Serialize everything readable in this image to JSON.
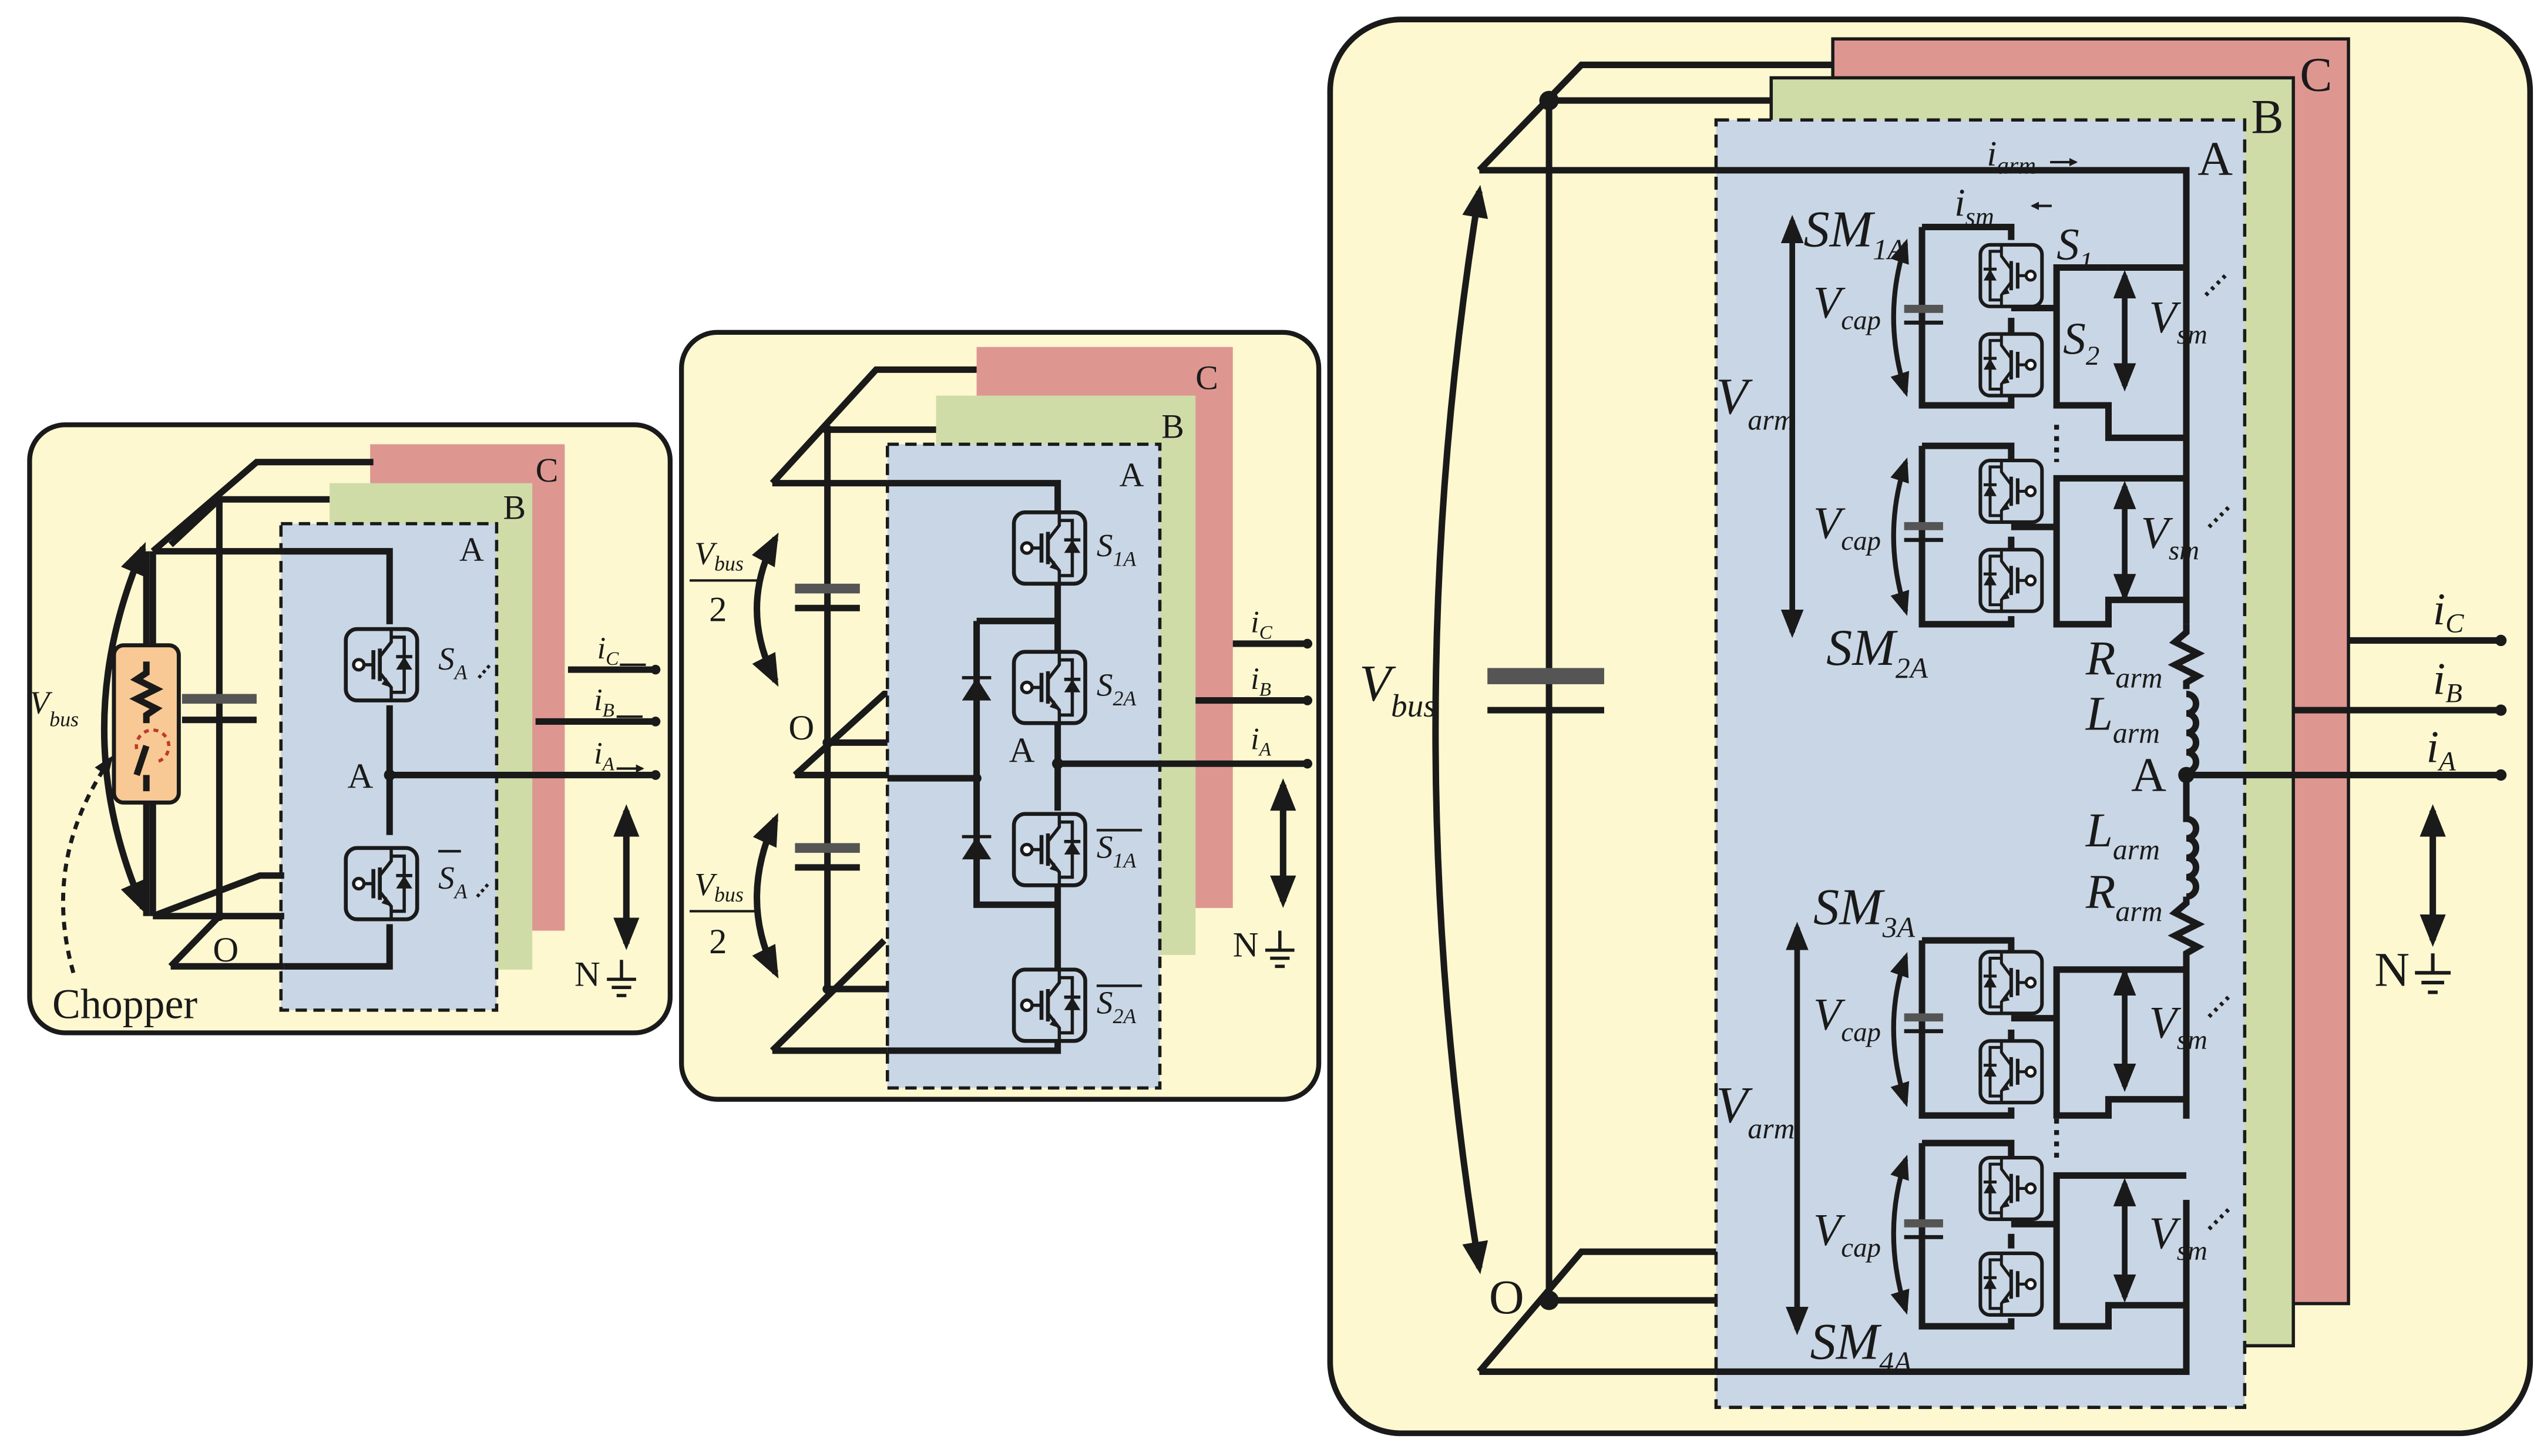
{
  "colors": {
    "panel_bg": "#fdf8cf",
    "phase_c": "#de9691",
    "phase_b": "#cfdca8",
    "phase_a": "#c9d6e5",
    "chopper": "#f8c994",
    "wire": "#1a1a1a"
  },
  "panel1": {
    "phase_c": "C",
    "phase_b": "B",
    "phase_a": "A",
    "vbus_v": "V",
    "vbus_sub": "bus",
    "node_a": "A",
    "node_o": "O",
    "s_upper": "S",
    "s_upper_sub": "A",
    "s_lower": "S",
    "s_lower_sub": "A",
    "i_c": "i",
    "i_c_sub": "C",
    "i_b": "i",
    "i_b_sub": "B",
    "i_a": "i",
    "i_a_sub": "A",
    "ground": "N",
    "chopper": "Chopper"
  },
  "panel2": {
    "phase_c": "C",
    "phase_b": "B",
    "phase_a": "A",
    "vbus_top_v": "V",
    "vbus_top_sub": "bus",
    "vbus_top_den": "2",
    "vbus_bot_v": "V",
    "vbus_bot_sub": "bus",
    "vbus_bot_den": "2",
    "node_o": "O",
    "node_a": "A",
    "s1": "S",
    "s1_sub": "1A",
    "s2": "S",
    "s2_sub": "2A",
    "s1bar": "S",
    "s1bar_sub": "1A",
    "s2bar": "S",
    "s2bar_sub": "2A",
    "i_c": "i",
    "i_c_sub": "C",
    "i_b": "i",
    "i_b_sub": "B",
    "i_a": "i",
    "i_a_sub": "A",
    "ground": "N"
  },
  "panel3": {
    "phase_c": "C",
    "phase_b": "B",
    "phase_a": "A",
    "vbus_v": "V",
    "vbus_sub": "bus",
    "node_o": "O",
    "node_a": "A",
    "i_arm": "i",
    "i_arm_sub": "arm",
    "i_sm": "i",
    "i_sm_sub": "sm",
    "sm1": "SM",
    "sm1_sub": "1A",
    "sm2": "SM",
    "sm2_sub": "2A",
    "sm3": "SM",
    "sm3_sub": "3A",
    "sm4": "SM",
    "sm4_sub": "4A",
    "s1": "S",
    "s1_sub": "1",
    "s2": "S",
    "s2_sub": "2",
    "v_cap": "V",
    "v_cap_sub": "cap",
    "v_sm": "V",
    "v_sm_sub": "sm",
    "v_arm": "V",
    "v_arm_sub": "arm",
    "r_arm": "R",
    "r_arm_sub": "arm",
    "l_arm": "L",
    "l_arm_sub": "arm",
    "i_c": "i",
    "i_c_sub": "C",
    "i_b": "i",
    "i_b_sub": "B",
    "i_a": "i",
    "i_a_sub": "A",
    "ground": "N"
  }
}
